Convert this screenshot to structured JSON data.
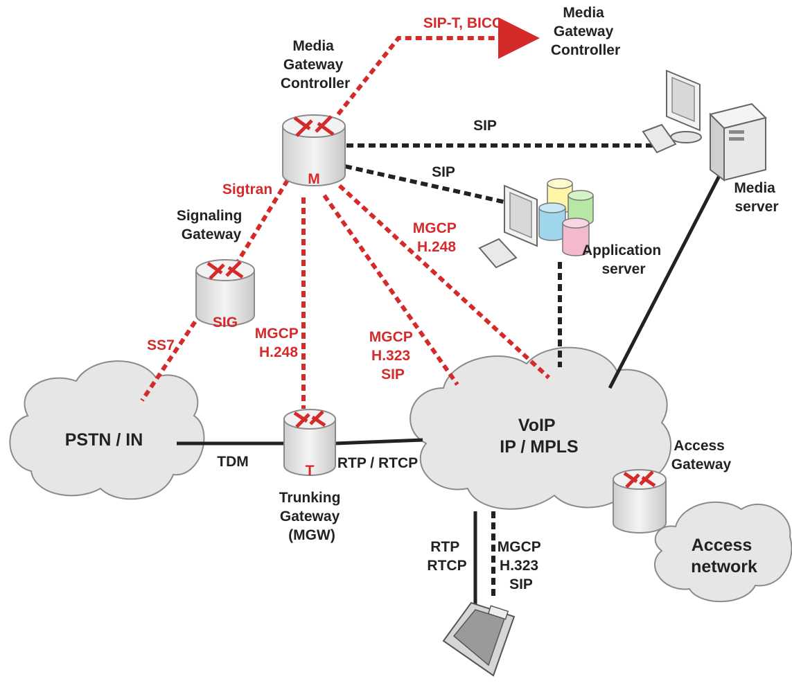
{
  "colors": {
    "signaling": "#d42a2a",
    "transport": "#222222",
    "cloud_fill": "#e6e6e6",
    "cloud_stroke": "#8a8a8a",
    "router_fill": "#ececec"
  },
  "nodes": {
    "mgc_top": {
      "line1": "Media",
      "line2": "Gateway",
      "line3": "Controller",
      "badge": "M"
    },
    "mgc_remote": {
      "line1": "Media",
      "line2": "Gateway",
      "line3": "Controller"
    },
    "signaling_gateway": {
      "line1": "Signaling",
      "line2": "Gateway",
      "badge": "SIG"
    },
    "trunking_gateway": {
      "line1": "Trunking",
      "line2": "Gateway",
      "line3": "(MGW)",
      "badge": "T"
    },
    "access_gateway": {
      "line1": "Access",
      "line2": "Gateway"
    },
    "media_server": {
      "line1": "Media",
      "line2": "server"
    },
    "application_server": {
      "line1": "Application",
      "line2": "server"
    },
    "pstn": {
      "label": "PSTN / IN"
    },
    "voip": {
      "line1": "VoIP",
      "line2": "IP / MPLS"
    },
    "access_network": {
      "line1": "Access",
      "line2": "network"
    }
  },
  "links": {
    "sip_t_bicc": "SIP-T, BICC",
    "sip_media_server": "SIP",
    "sip_app_server": "SIP",
    "sigtran": "Sigtran",
    "ss7": "SS7",
    "mgcp_trunk": {
      "line1": "MGCP",
      "line2": "H.248"
    },
    "mgcp_voip": {
      "line1": "MGCP",
      "line2": "H.323",
      "line3": "SIP"
    },
    "mgcp_h248_voip": {
      "line1": "MGCP",
      "line2": "H.248"
    },
    "tdm": "TDM",
    "rtp_rtcp": "RTP / RTCP",
    "phone_rtp": {
      "line1": "RTP",
      "line2": "RTCP"
    },
    "phone_mgcp": {
      "line1": "MGCP",
      "line2": "H.323",
      "line3": "SIP"
    }
  }
}
